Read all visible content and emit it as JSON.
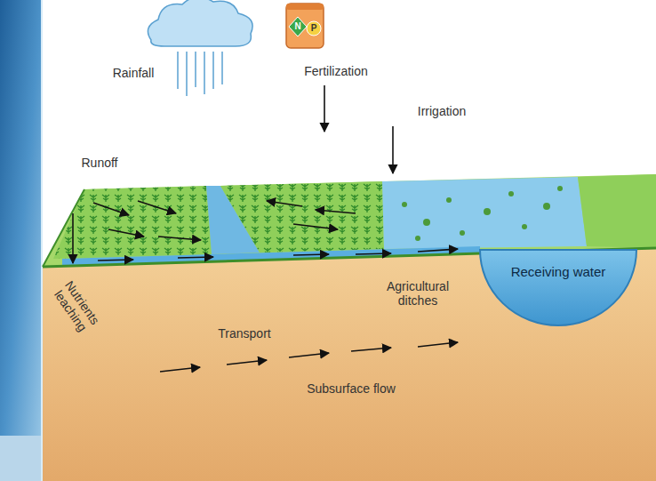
{
  "diagram": {
    "labels": [
      "Rainfall",
      "Fertilization",
      "N",
      "P",
      "Irrigation",
      "Runoff",
      "Nutrients leaching",
      "Agricultural ditches",
      "Receiving water",
      "Transport",
      "Subsurface flow"
    ]
  }
}
